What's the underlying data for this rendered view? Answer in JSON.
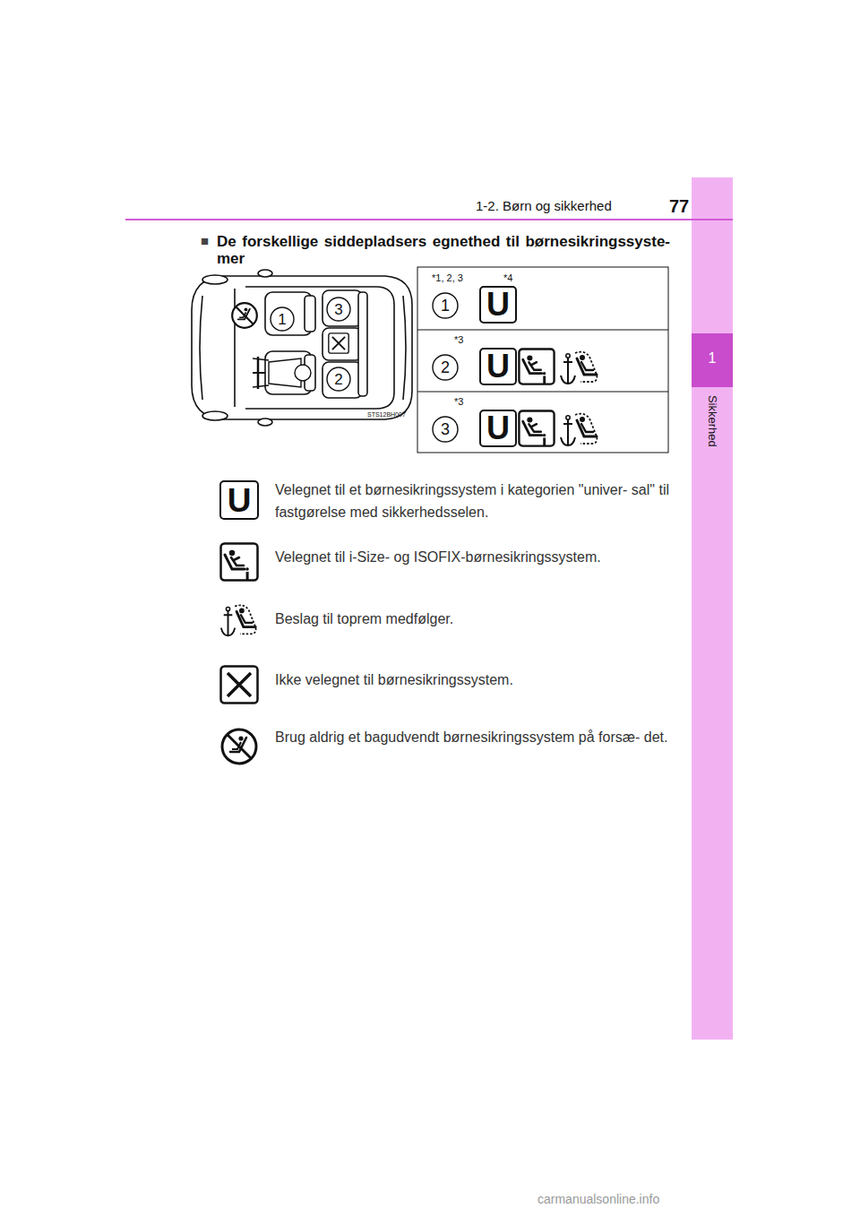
{
  "diagram": {
    "title": "De forskellige siddepladsers egnethed til børnesikringssyste- mer",
    "labels": [
      "1-2. Børn og sikkerhed",
      "77",
      "1",
      "Sikkerhed",
      "■",
      "1",
      "3",
      "2",
      "STS12BH007",
      "*1, 2, 3",
      "1",
      "*4",
      "U",
      "*3",
      "2",
      "U",
      "*3",
      "3",
      "U",
      "U",
      "carmanualsonline.info"
    ],
    "legend": [
      {
        "text": "Velegnet til et børnesikringssystem i kategorien \"univer- sal\" til fastgørelse med sikkerhedsselen."
      },
      {
        "text": "Velegnet til i-Size- og ISOFIX-børnesikringssystem."
      },
      {
        "text": "Beslag til toprem medfølger."
      },
      {
        "text": "Ikke velegnet til børnesikringssystem."
      },
      {
        "text": "Brug aldrig et bagudvendt børnesikringssystem på forsæ- det."
      }
    ]
  }
}
